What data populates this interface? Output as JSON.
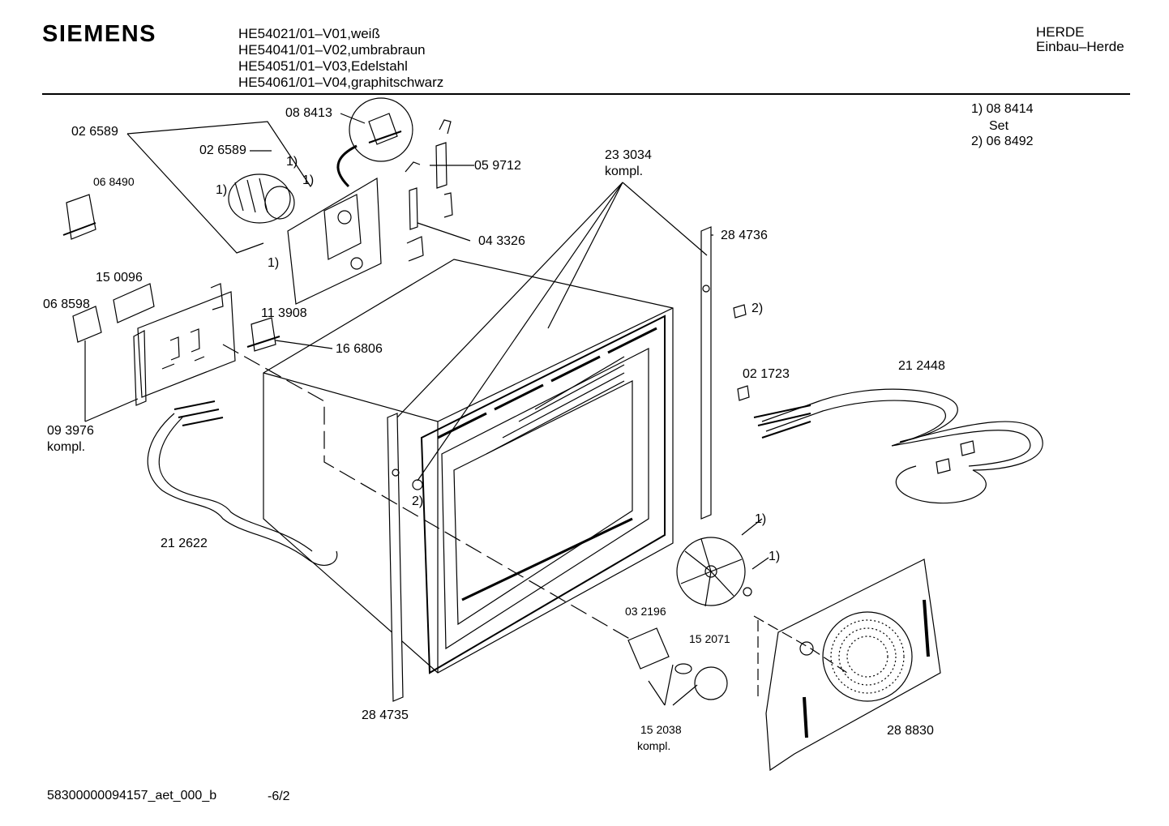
{
  "header": {
    "brand": "SIEMENS",
    "models": [
      "HE54021/01–V01,weiß",
      "HE54041/01–V02,umbrabraun",
      "HE54051/01–V03,Edelstahl",
      "HE54061/01–V04,graphitschwarz"
    ],
    "category": "HERDE",
    "subcategory": "Einbau–Herde"
  },
  "notes": {
    "n1": "1)  08 8414",
    "n1b": "Set",
    "n2": "2)  06 8492"
  },
  "parts": {
    "p088413": "08 8413",
    "p026589a": "02 6589",
    "p026589b": "02 6589",
    "p068490": "06 8490",
    "p059712": "05 9712",
    "p043326": "04 3326",
    "p233034": "23 3034",
    "p233034k": "kompl.",
    "p284736": "28 4736",
    "p150096": "15 0096",
    "p068598": "06 8598",
    "p113908": "11 3908",
    "p166806": "16 6806",
    "p021723": "02 1723",
    "p212448": "21 2448",
    "p093976": "09 3976",
    "p093976k": "kompl.",
    "p212622": "21 2622",
    "p032196": "03 2196",
    "p152071": "15 2071",
    "p152038": "15 2038",
    "p152038k": "kompl.",
    "p284735": "28 4735",
    "p288830": "28 8830"
  },
  "refs": {
    "r1": "1)",
    "r2": "2)"
  },
  "footer": {
    "doc_id": "58300000094157_aet_000_b",
    "page": "-6/2"
  }
}
